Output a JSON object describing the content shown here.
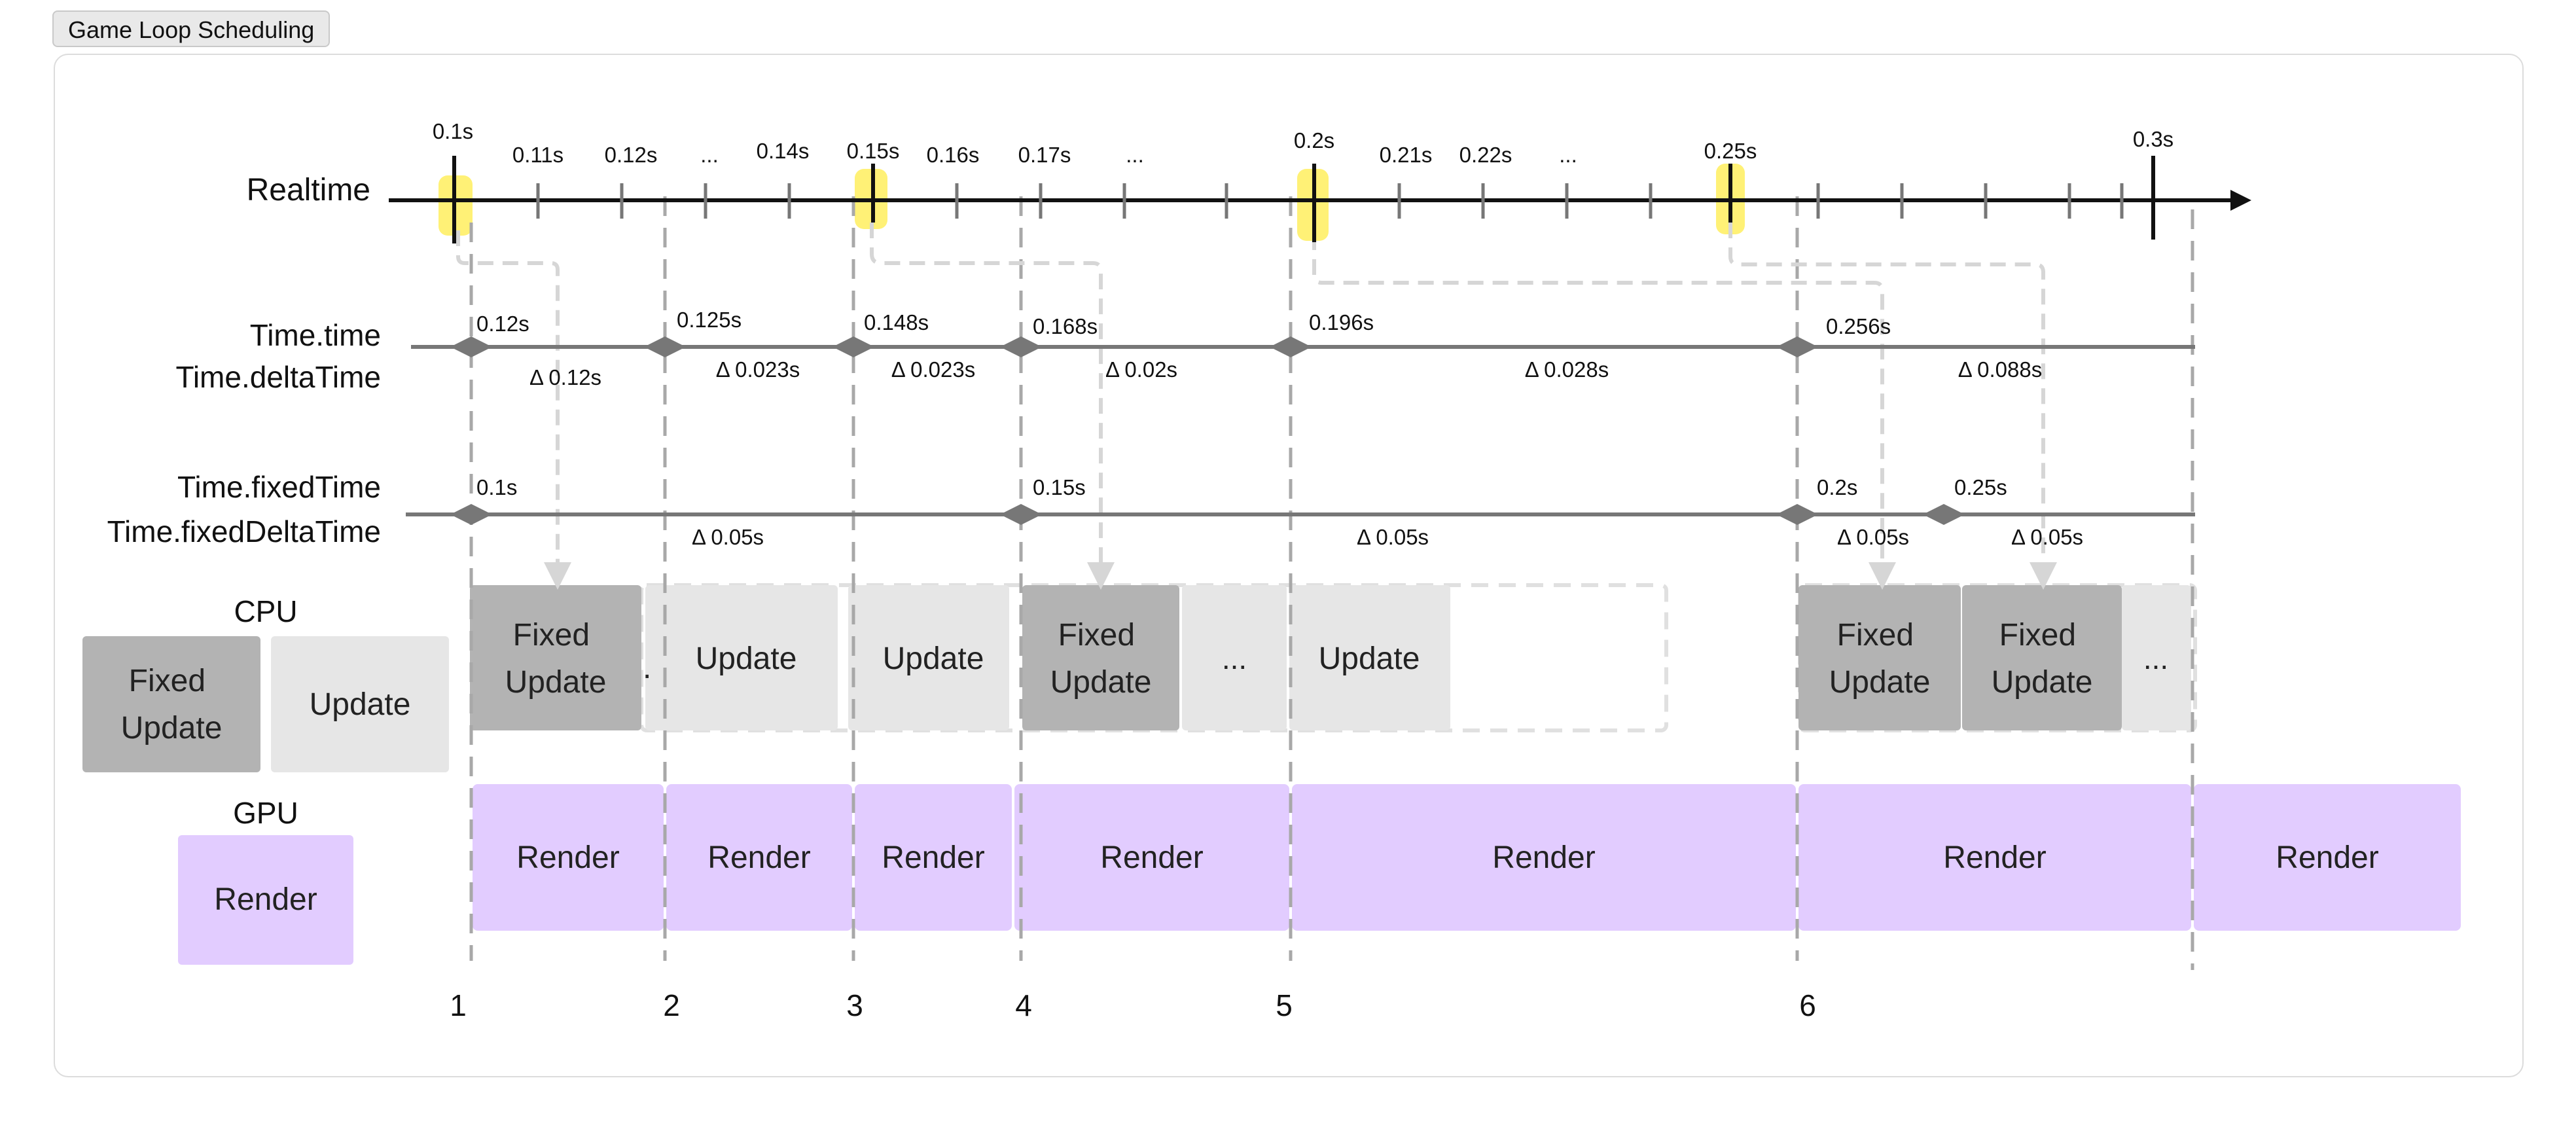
{
  "tab": {
    "label": "Game Loop Scheduling"
  },
  "rows": {
    "realtime": "Realtime",
    "time": "Time.time",
    "delta_time": "Time.deltaTime",
    "fixed_time": "Time.fixedTime",
    "fixed_delta_time": "Time.fixedDeltaTime"
  },
  "legend": {
    "cpu": "CPU",
    "gpu": "GPU",
    "fixed_update": [
      "Fixed",
      "Update"
    ],
    "update": "Update",
    "render": "Render"
  },
  "realtime_ticks": [
    "0.1s",
    "0.11s",
    "0.12s",
    "...",
    "0.14s",
    "0.15s",
    "0.16s",
    "0.17s",
    "...",
    "0.2s",
    "0.21s",
    "0.22s",
    "...",
    "0.25s",
    "0.3s"
  ],
  "time_labels": [
    "0.12s",
    "0.125s",
    "0.148s",
    "0.168s",
    "0.196s",
    "0.256s"
  ],
  "delta_labels": [
    "Δ 0.12s",
    "Δ 0.023s",
    "Δ 0.023s",
    "Δ 0.02s",
    "Δ 0.028s",
    "Δ 0.088s"
  ],
  "fixed_time_labels": [
    "0.1s",
    "0.15s",
    "0.2s",
    "0.25s"
  ],
  "fixed_delta_labels": [
    "Δ 0.05s",
    "Δ 0.05s",
    "Δ 0.05s",
    "Δ 0.05s"
  ],
  "cpu_blocks": {
    "fixed_update": [
      "Fixed",
      "Update"
    ],
    "update": "Update",
    "ellipsis": "...",
    "dot": "."
  },
  "frame_numbers": [
    "1",
    "2",
    "3",
    "4",
    "5",
    "6"
  ],
  "colors": {
    "fixed_update": "#b3b3b3",
    "update": "#e6e6e6",
    "render": "#e2ccff",
    "highlight": "#fff176",
    "axis": "#111111",
    "line": "#777777",
    "dashed": "#a8a8a8"
  }
}
